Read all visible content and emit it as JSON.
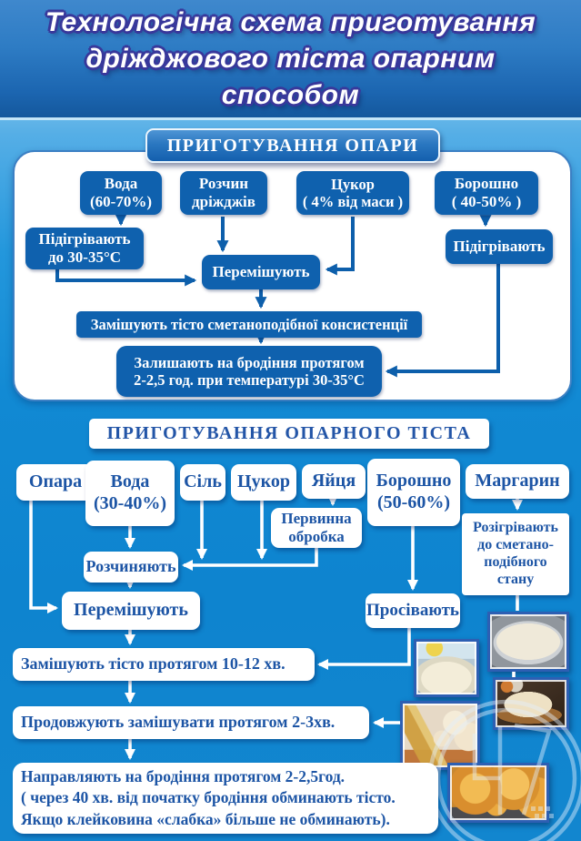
{
  "title": "Технологічна схема приготування\nдріжджового тіста опарним\nспособом",
  "colors": {
    "node_blue": "#0f61ae",
    "node_text_blue": "#1d55a5",
    "background_blue": "#1189d3",
    "background_light": "#cdeafa",
    "title_outline": "#38389b",
    "photo_frame_blue": "#2d5fb3"
  },
  "section1": {
    "header": "ПРИГОТУВАННЯ ОПАРИ",
    "nodes": {
      "voda": "Вода\n(60-70%)",
      "rozchyn_drizhdzhiv": "Розчин\nдріжджів",
      "tsukor": "Цукор\n( 4% від маси )",
      "boroshno": "Борошно\n( 40-50% )",
      "pidihrivaiut_do": "Підігрівають\nдо 30-35°С",
      "peremishuiut": "Перемішують",
      "pidihrivaiut": "Підігрівають",
      "zamishuiut": "Замішують тісто сметаноподібної консистенції",
      "zalyshaiut": "Залишають на бродіння протягом\n2-2,5 год. при температурі 30-35°С"
    }
  },
  "section2": {
    "header": "ПРИГОТУВАННЯ ОПАРНОГО ТІСТА",
    "nodes": {
      "opara": "Опара",
      "voda": "Вода\n(30-40%)",
      "sil": "Сіль",
      "tsukor": "Цукор",
      "yaitsia": "Яйця",
      "boroshno": "Борошно\n(50-60%)",
      "marharyn": "Маргарин",
      "pervynna_obrobka": "Первинна\nобробка",
      "rozihrivaiut": "Розігрівають\nдо сметано-\nподібного\nстану",
      "rozchyniaiut": "Розчиняють",
      "peremishuiut": "Перемішують",
      "prosivaiut": "Просівають",
      "zamishuiut_10_12": "Замішують тісто протягом 10-12 хв.",
      "prodovzhuiut_2_3": "Продовжують замішувати протягом 2-3хв.",
      "napravliaiut": "Направляють на бродіння протягом 2-2,5год.\n( через 40 хв. від початку бродіння обминають тісто.\nЯкщо клейковина «слабка» більше не обминають)."
    }
  },
  "photos": [
    {
      "name": "sponge-batter-in-metal-bowl"
    },
    {
      "name": "risen-dough-in-glass-bowl"
    },
    {
      "name": "dough-ball-on-wooden-board"
    },
    {
      "name": "formed-rolls-with-wheat-ears"
    },
    {
      "name": "baked-glazed-buns"
    }
  ]
}
